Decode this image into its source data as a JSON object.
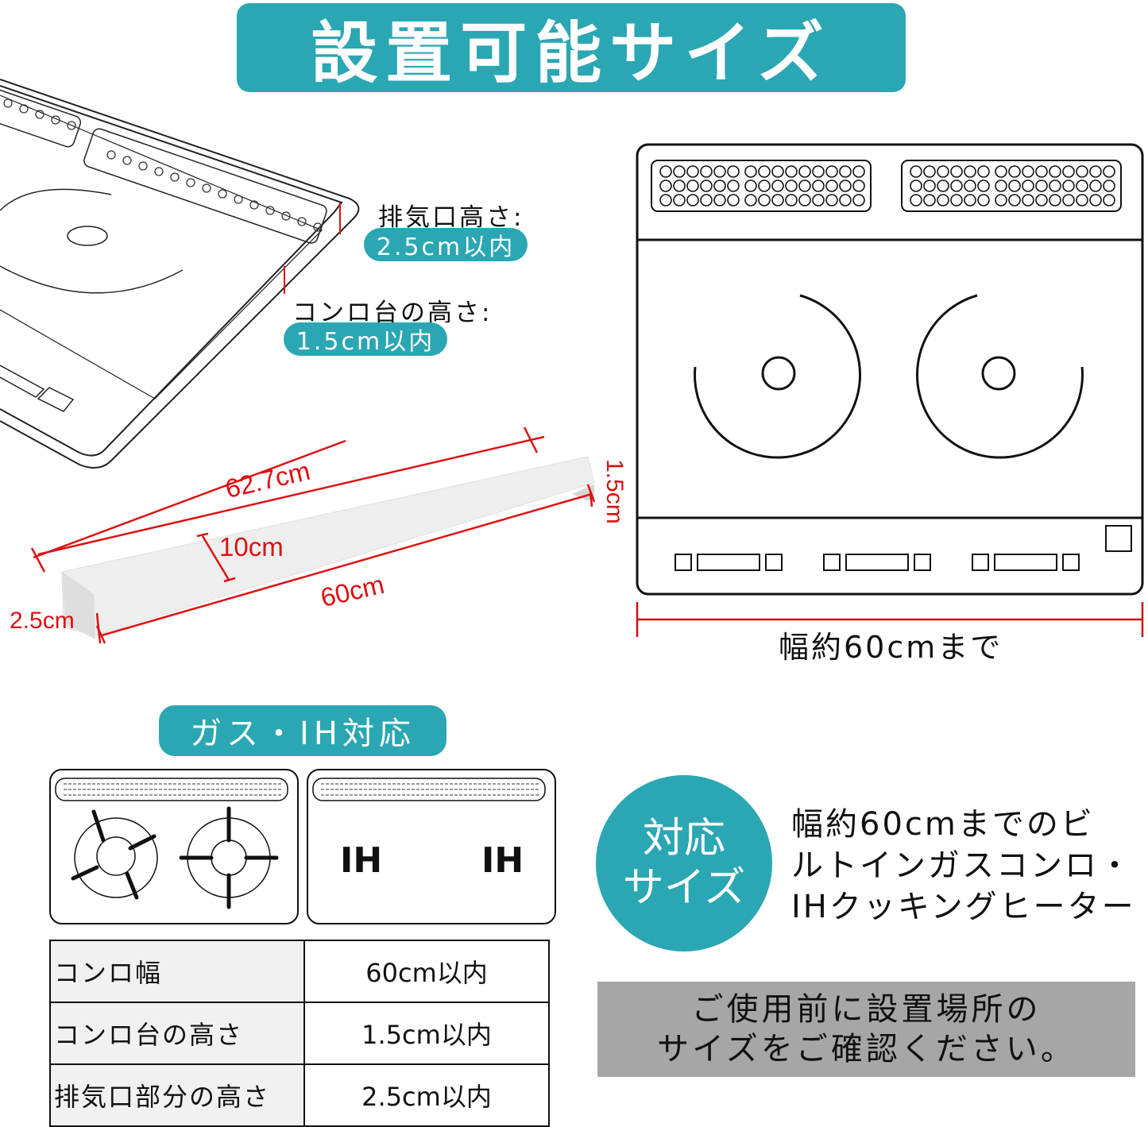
{
  "title": "設置可能サイズ",
  "colors": {
    "accent_teal": "#2aa7b3",
    "dimension_red": "#d11111",
    "notice_gray": "#a6a6a6",
    "table_key_bg": "#f1f1f1"
  },
  "perspective_diagram": {
    "exhaust_height_label": "排気口高さ:",
    "exhaust_height_value": "2.5cm以内",
    "stand_height_label": "コンロ台の高さ:",
    "stand_height_value": "1.5cm以内"
  },
  "product_dimensions": {
    "length_top": "62.7cm",
    "depth": "10cm",
    "length_bottom": "60cm",
    "front_height": "2.5cm",
    "back_height": "1.5cm"
  },
  "ih_diagram": {
    "width_label": "幅約60cmまで"
  },
  "compat_section": {
    "banner": "ガス・IH対応",
    "gas_icon": "gas-stove-icon",
    "ih_labels": [
      "IH",
      "IH"
    ]
  },
  "spec_table": {
    "rows": [
      {
        "key": "コンロ幅",
        "value": "60cm以内"
      },
      {
        "key": "コンロ台の高さ",
        "value": "1.5cm以内"
      },
      {
        "key": "排気口部分の高さ",
        "value": "2.5cm以内"
      }
    ]
  },
  "size_badge": {
    "line1": "対応",
    "line2": "サイズ"
  },
  "compat_text": {
    "line1": "幅約60cmまでのビ",
    "line2": "ルトインガスコンロ・",
    "line3": "IHクッキングヒーター"
  },
  "notice": {
    "line1": "ご使用前に設置場所の",
    "line2": "サイズをご確認ください。"
  }
}
